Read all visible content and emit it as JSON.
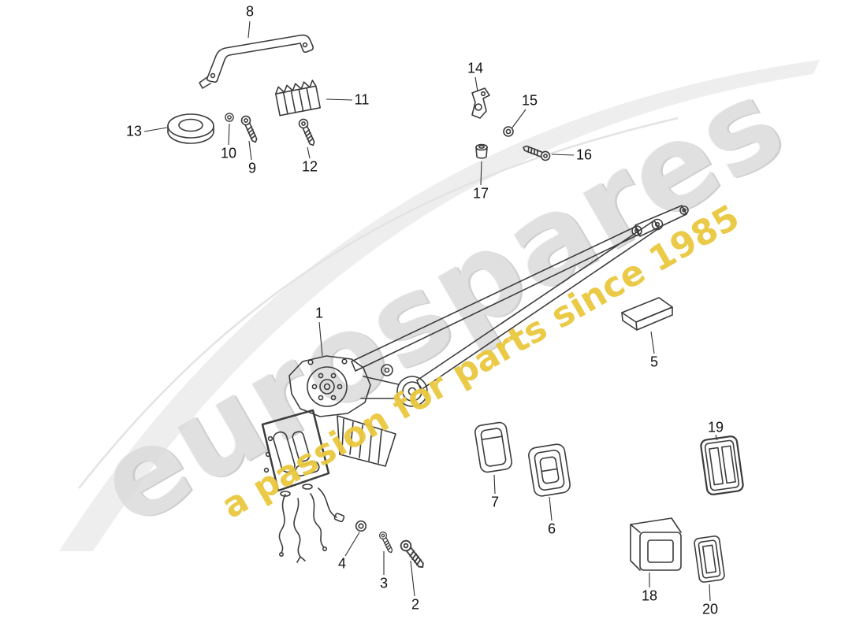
{
  "diagram": {
    "watermark_brand": "eurospares",
    "watermark_tagline": "a passion for parts since 1985",
    "colors": {
      "watermark_gray": "#d9d9d9",
      "tagline_yellow": "#e9c83e",
      "line_ink": "#3c3c3c"
    },
    "callouts": [
      {
        "num": "1"
      },
      {
        "num": "2"
      },
      {
        "num": "3"
      },
      {
        "num": "4"
      },
      {
        "num": "5"
      },
      {
        "num": "6"
      },
      {
        "num": "7"
      },
      {
        "num": "8"
      },
      {
        "num": "9"
      },
      {
        "num": "10"
      },
      {
        "num": "11"
      },
      {
        "num": "12"
      },
      {
        "num": "13"
      },
      {
        "num": "14"
      },
      {
        "num": "15"
      },
      {
        "num": "16"
      },
      {
        "num": "17"
      },
      {
        "num": "18"
      },
      {
        "num": "19"
      },
      {
        "num": "20"
      }
    ]
  }
}
